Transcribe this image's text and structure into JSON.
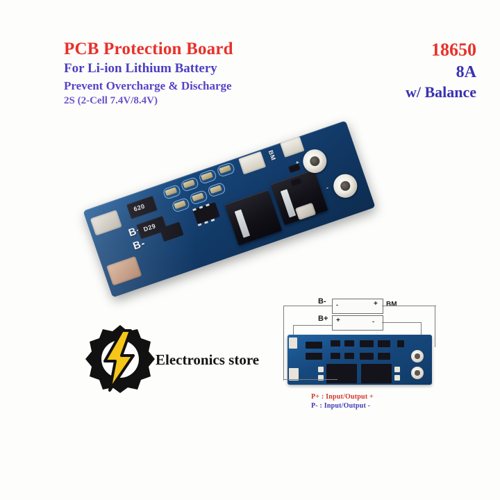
{
  "header": {
    "title": "PCB Protection Board",
    "line2": "For Li-ion Lithium Battery",
    "line3": "Prevent Overcharge & Discharge",
    "line4": "2S (2-Cell 7.4V/8.4V)",
    "model": "18650",
    "current": "8A",
    "balance": "w/ Balance",
    "colors": {
      "title_red": "#e8312a",
      "subtitle_blue": "#4a3fc0",
      "model_red": "#e8312a",
      "spec_blue": "#3a32b4"
    }
  },
  "board": {
    "silkscreen": {
      "b_plus": "B+",
      "b_minus": "B-",
      "bm": "BM",
      "p_plus": "+",
      "p_minus": "-"
    },
    "resistors": [
      {
        "marking": "620"
      },
      {
        "marking": "D29"
      }
    ],
    "pcb_color": "#17467a"
  },
  "logo": {
    "brand": "Electronics store",
    "bolt_color": "#f5c518",
    "gear_color": "#111111"
  },
  "diagram": {
    "labels": {
      "b_minus": "B-",
      "b_plus": "B+",
      "bm": "BM"
    },
    "cells": [
      {
        "left_terminal": "-",
        "right_terminal": "+"
      },
      {
        "left_terminal": "+",
        "right_terminal": "-"
      }
    ],
    "notes": {
      "p_plus": "P+ : Input/Output +",
      "p_minus": "P- : Input/Output -"
    },
    "note_colors": {
      "p_plus": "#d2352c",
      "p_minus": "#3f38b8"
    }
  }
}
